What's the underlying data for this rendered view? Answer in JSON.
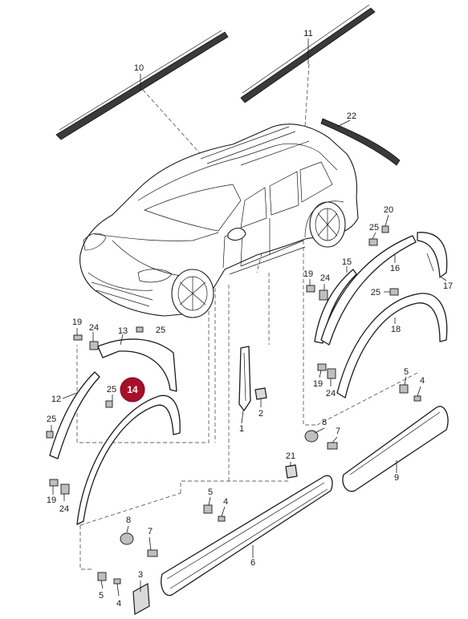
{
  "diagram": {
    "highlight_color": "#a8102a",
    "highlighted_callout": "14",
    "callouts": {
      "c1": "1",
      "c2": "2",
      "c3": "3",
      "c4a": "4",
      "c4b": "4",
      "c4c": "4",
      "c5a": "5",
      "c5b": "5",
      "c5c": "5",
      "c6": "6",
      "c7a": "7",
      "c7b": "7",
      "c8a": "8",
      "c8b": "8",
      "c9": "9",
      "c10": "10",
      "c11": "11",
      "c12": "12",
      "c13": "13",
      "c14": "14",
      "c15": "15",
      "c16": "16",
      "c17": "17",
      "c18": "18",
      "c19a": "19",
      "c19b": "19",
      "c19c": "19",
      "c19d": "19",
      "c20": "20",
      "c21": "21",
      "c22": "22",
      "c24a": "24",
      "c24b": "24",
      "c24c": "24",
      "c24d": "24",
      "c25a": "25",
      "c25b": "25",
      "c25c": "25",
      "c25d": "25",
      "c25e": "25"
    }
  }
}
